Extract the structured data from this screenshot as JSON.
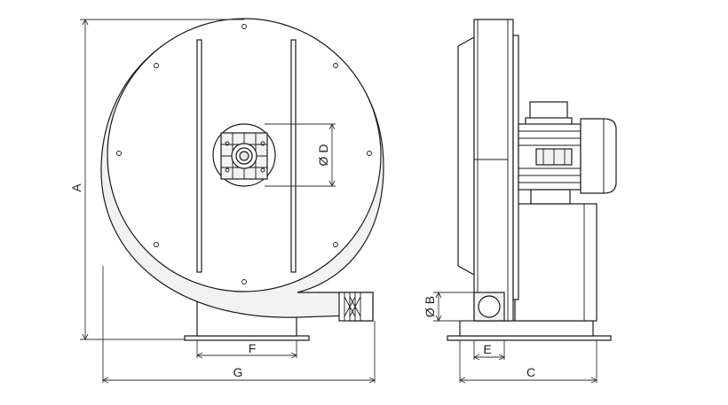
{
  "diagram": {
    "labels": {
      "a": "A",
      "b": "Ø B",
      "c": "C",
      "d": "Ø D",
      "e": "E",
      "f": "F",
      "g": "G"
    }
  }
}
